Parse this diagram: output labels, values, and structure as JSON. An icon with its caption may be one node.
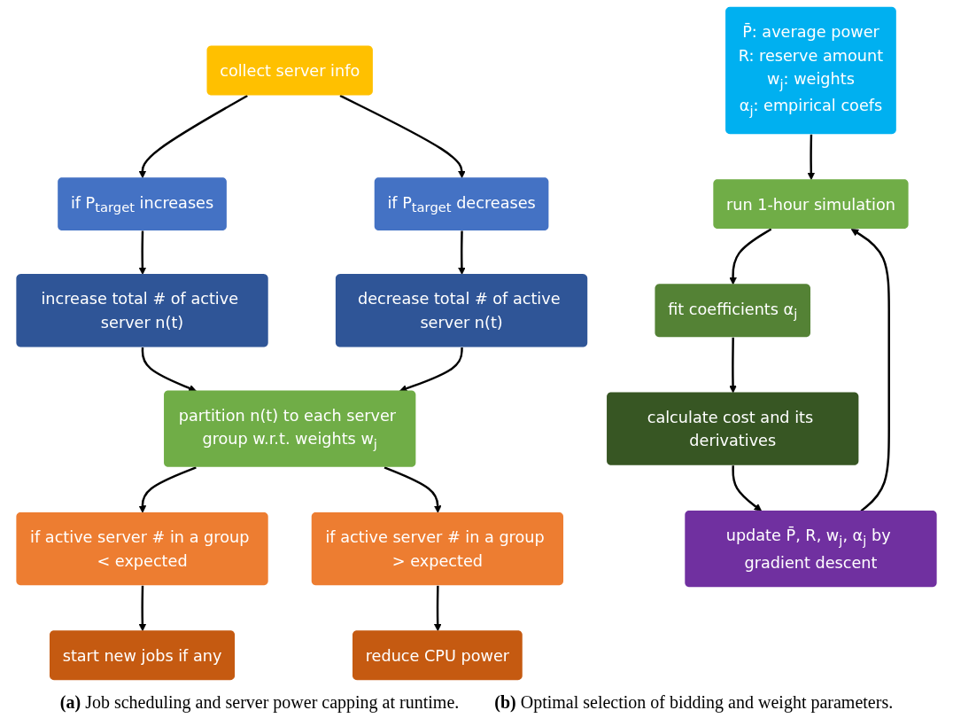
{
  "diagram": {
    "nodes": [
      {
        "text": [
          "collect server info"
        ]
      },
      {
        "text": [
          "if P$_{target}$ increases"
        ]
      },
      {
        "text": [
          "if P$_{target}$ decreases"
        ]
      },
      {
        "text": [
          "increase total # of active server n(t)"
        ]
      },
      {
        "text": [
          "decrease total # of active server n(t)"
        ]
      },
      {
        "text": [
          "partition n(t) to each server group w.r.t. weights w$_{j}$"
        ]
      },
      {
        "text": [
          "if active server # in a group < expected"
        ]
      },
      {
        "text": [
          "if active server # in a group > expected"
        ]
      },
      {
        "text": [
          "start new jobs if any"
        ]
      },
      {
        "text": [
          "reduce CPU power"
        ]
      },
      {
        "text": [
          "P̄: average power",
          "R: reserve amount",
          "w$_{j}$: weights",
          "α$_{j}$: empirical coefs"
        ]
      },
      {
        "text": [
          "run 1-hour simulation"
        ]
      },
      {
        "text": [
          "fit coefficients α$_{j}$"
        ]
      },
      {
        "text": [
          "calculate cost and its derivatives"
        ]
      },
      {
        "text": [
          "update P̄, R, w$_{j}$, α$_{j}$ by gradient descent"
        ]
      }
    ],
    "edges": [
      {
        "from": 0,
        "to": 1,
        "arrow": "to"
      },
      {
        "from": 0,
        "to": 2,
        "arrow": "to"
      },
      {
        "from": 1,
        "to": 3,
        "arrow": "to"
      },
      {
        "from": 2,
        "to": 4,
        "arrow": "to"
      },
      {
        "from": 3,
        "to": 5,
        "arrow": "to"
      },
      {
        "from": 4,
        "to": 5,
        "arrow": "to"
      },
      {
        "from": 5,
        "to": 6,
        "arrow": "to"
      },
      {
        "from": 5,
        "to": 7,
        "arrow": "to"
      },
      {
        "from": 6,
        "to": 8,
        "arrow": "to"
      },
      {
        "from": 7,
        "to": 9,
        "arrow": "to"
      },
      {
        "from": 10,
        "to": 11,
        "arrow": "to"
      },
      {
        "from": 11,
        "to": 12,
        "arrow": "to"
      },
      {
        "from": 12,
        "to": 13,
        "arrow": "to"
      },
      {
        "from": 13,
        "to": 14,
        "arrow": "to"
      },
      {
        "from": 14,
        "to": 11,
        "arrow": "to"
      }
    ],
    "labels": [
      "**(a)** Job scheduling and server power capping at runtime.",
      "**(b)** Optimal selection of bidding and weight parameters."
    ]
  }
}
